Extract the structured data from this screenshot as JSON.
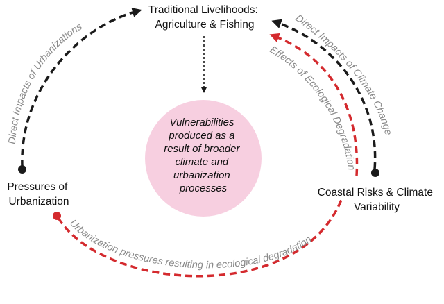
{
  "nodes": {
    "traditional": {
      "line1": "Traditional Livelihoods:",
      "line2": "Agriculture & Fishing"
    },
    "urbanization": {
      "line1": "Pressures of",
      "line2": "Urbanization"
    },
    "coastal": {
      "line1": "Coastal Risks & Climate",
      "line2": "Variability"
    }
  },
  "center": {
    "lines": [
      "Vulnerabilities",
      "produced as a",
      "result of broader",
      "climate and",
      "urbanization",
      "processes"
    ]
  },
  "links": {
    "direct_urbanization": "Direct Impacts of Urbanizations",
    "direct_climate": "Direct Impacts of Climate Change",
    "ecological_effects": "Effects of Ecological Degradation",
    "urbanization_degradation": "Urbanization pressures resulting in ecological degradation"
  },
  "colors": {
    "black_arrow": "#1a1a1a",
    "red_arrow": "#d42a2e",
    "center_fill": "#f7cfe0",
    "path_label": "#8a8a8a"
  }
}
